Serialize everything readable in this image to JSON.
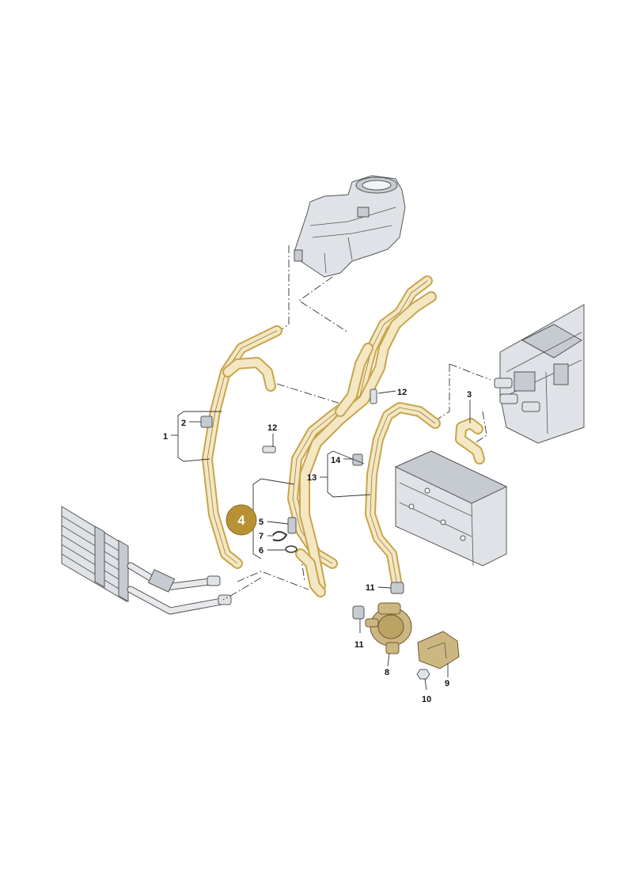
{
  "callouts": {
    "c1": "1",
    "c2": "2",
    "c3": "3",
    "c4": "4",
    "c5": "5",
    "c6": "6",
    "c7": "7",
    "c8": "8",
    "c9": "9",
    "c10": "10",
    "c11a": "11",
    "c11b": "11",
    "c12a": "12",
    "c12b": "12",
    "c13": "13",
    "c14": "14"
  },
  "colors": {
    "hose": "#c9a54a",
    "badge": "#b89134",
    "metal": "#dfe2e6"
  }
}
